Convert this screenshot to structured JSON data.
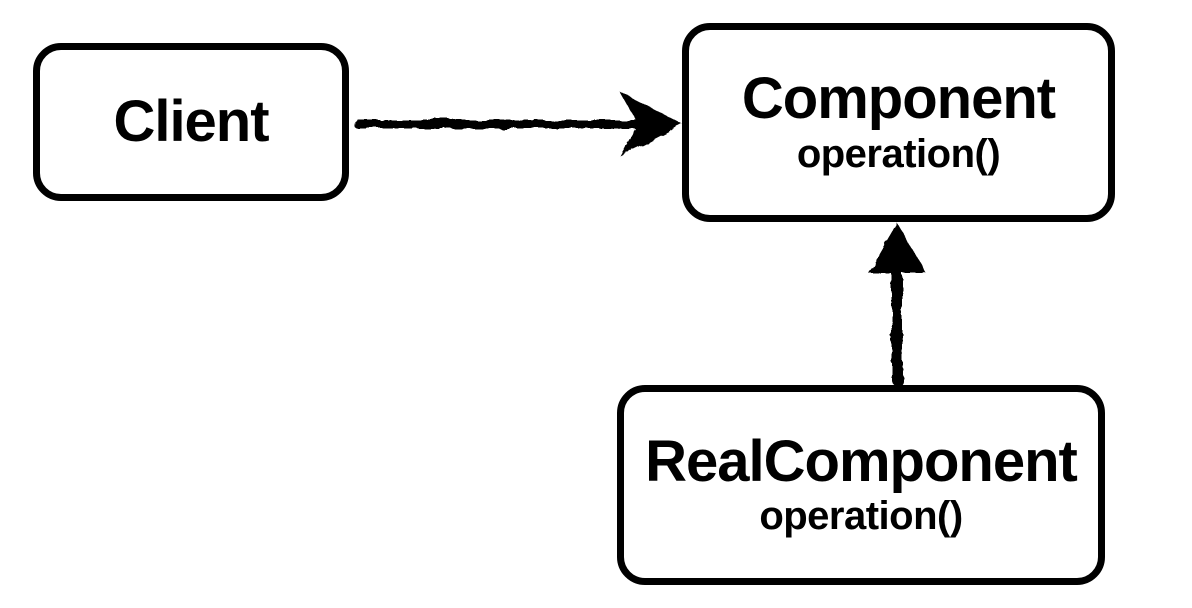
{
  "diagram": {
    "background_color": "#ffffff",
    "stroke_color": "#000000",
    "nodes": [
      {
        "id": "client",
        "label": "Client"
      },
      {
        "id": "component",
        "label": "Component",
        "method": "operation()"
      },
      {
        "id": "real_component",
        "label": "RealComponent",
        "method": "operation()"
      }
    ],
    "edges": [
      {
        "from": "Client",
        "to": "Component",
        "style": "hand-drawn solid arrow",
        "direction": "right"
      },
      {
        "from": "RealComponent",
        "to": "Component",
        "style": "hand-drawn solid arrow",
        "direction": "up"
      }
    ]
  }
}
